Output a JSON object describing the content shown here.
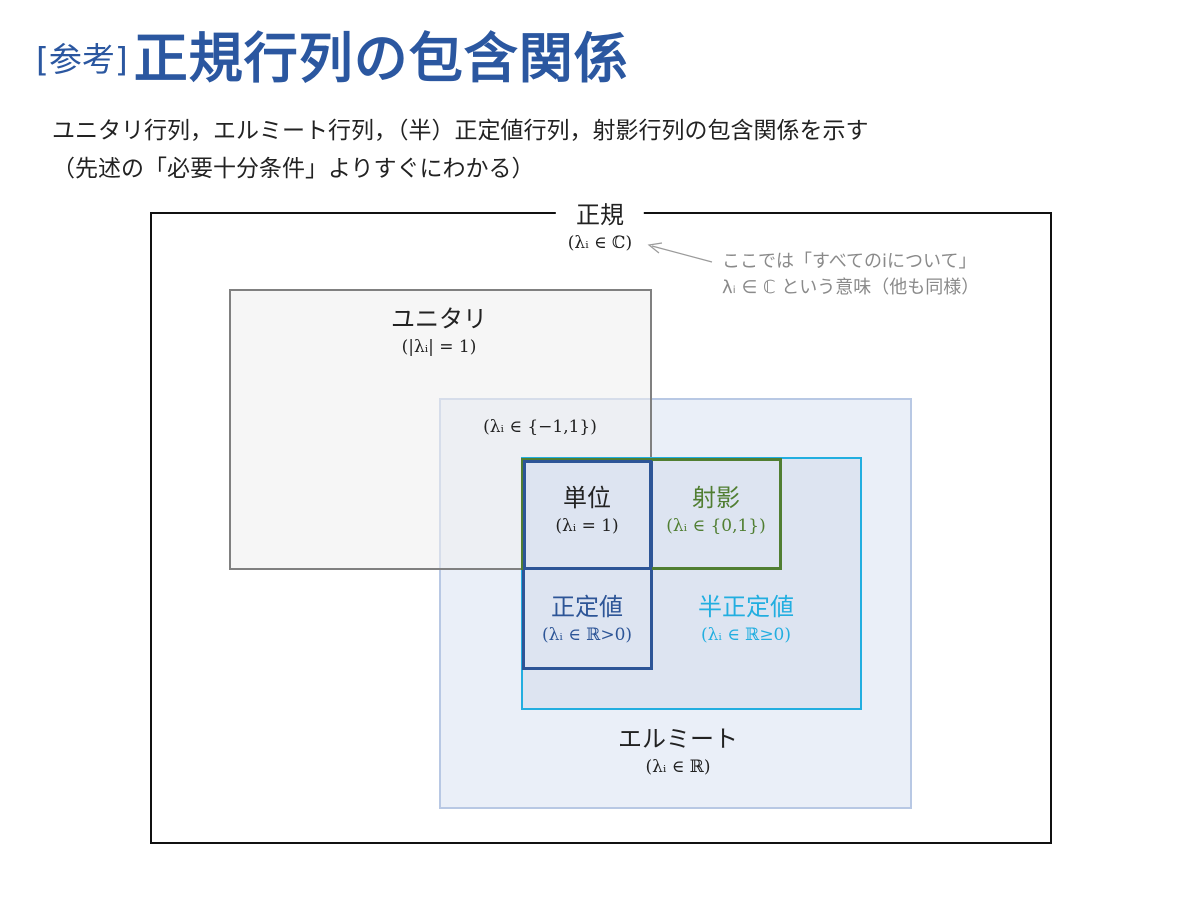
{
  "title": {
    "tag": "[参考]",
    "main": "正規行列の包含関係"
  },
  "subtitle": {
    "line1": "ユニタリ行列，エルミート行列，（半）正定値行列，射影行列の包含関係を示す",
    "line2": "（先述の「必要十分条件」よりすぐにわかる）"
  },
  "sets": {
    "normal": {
      "name": "正規",
      "cond": "(λᵢ ∈ ℂ)"
    },
    "unitary": {
      "name": "ユニタリ",
      "cond": "(|λᵢ| = 1)"
    },
    "unitary_hermite": {
      "cond": "(λᵢ ∈ {−1,1})"
    },
    "identity": {
      "name": "単位",
      "cond": "(λᵢ = 1)"
    },
    "projection": {
      "name": "射影",
      "cond": "(λᵢ ∈ {0,1})"
    },
    "positive_definite": {
      "name": "正定値",
      "cond": "(λᵢ ∈ ℝ>0)"
    },
    "positive_semidefinite": {
      "name": "半正定値",
      "cond": "(λᵢ ∈ ℝ≥0)"
    },
    "hermite": {
      "name": "エルミート",
      "cond": "(λᵢ ∈ ℝ)"
    }
  },
  "note": {
    "line1": "ここでは「すべてのiについて」",
    "line2": "λᵢ ∈ ℂ という意味（他も同様）"
  },
  "colors": {
    "title": "#2b57a0",
    "unitary_border": "#808080",
    "hermite_fill": "#eaeff8",
    "positive_definite": "#2d5597",
    "positive_semidefinite": "#22aee0",
    "projection": "#507e32",
    "note": "#8a8a8a"
  }
}
